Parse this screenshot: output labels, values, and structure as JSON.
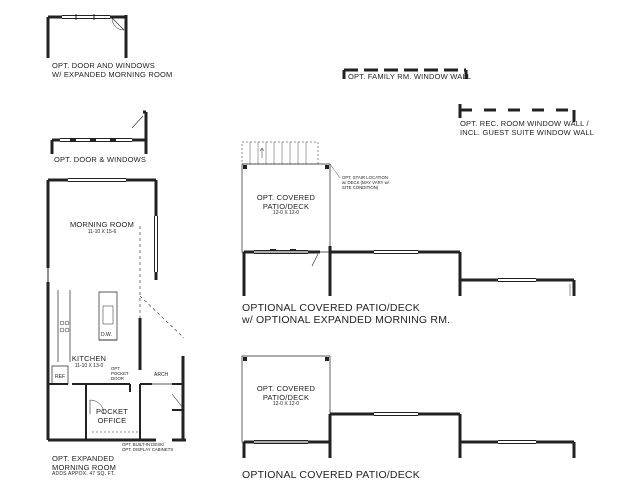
{
  "labels": {
    "opt_door_windows_expanded": [
      "OPT. DOOR AND WINDOWS",
      "W/ EXPANDED MORNING ROOM"
    ],
    "opt_family_window_wall": "OPT. FAMILY RM. WINDOW WALL",
    "opt_rec_room_window_wall": [
      "OPT. REC. ROOM WINDOW WALL /",
      "INCL. GUEST SUITE WINDOW WALL"
    ],
    "opt_door_windows": "OPT. DOOR & WINDOWS",
    "morning_room": {
      "name": "MORNING ROOM",
      "size": "11-10 X 15-6"
    },
    "kitchen": {
      "name": "KITCHEN",
      "size": "11-10 X 13-0"
    },
    "pocket_office": [
      "POCKET",
      "OFFICE"
    ],
    "dw": "D.W.",
    "ref": "REF",
    "opt_pocket_door": [
      "OPT.",
      "POCKET",
      "DOOR"
    ],
    "arch": "ARCH",
    "opt_builtin_desk": [
      "OPT. BUILT-IN DESK/",
      "OPT. DISPLAY CABINETS"
    ],
    "opt_expanded_morning": [
      "OPT. EXPANDED",
      "MORNING ROOM"
    ],
    "adds_approx": "ADDS APPOX. 47 SQ. FT.",
    "covered_patio_1": {
      "name": [
        "OPT. COVERED",
        "PATIO/DECK"
      ],
      "size": "12-0 X 12-0"
    },
    "covered_patio_2": {
      "name": [
        "OPT. COVERED",
        "PATIO/DECK"
      ],
      "size": "12-0 X 12-0"
    },
    "opt_stair_location": [
      "OPT. STAIR LOCATION",
      "w/ DECK (MAY VARY w/",
      "SITE CONDITION)"
    ],
    "title_patio_expanded": [
      "OPTIONAL COVERED PATIO/DECK",
      "w/ OPTIONAL EXPANDED MORNING RM."
    ],
    "title_patio": "OPTIONAL COVERED PATIO/DECK"
  }
}
